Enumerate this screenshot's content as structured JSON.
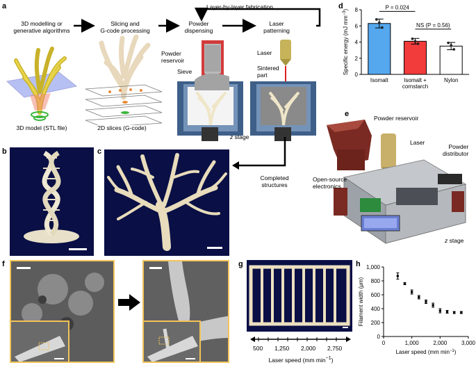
{
  "panels": {
    "a": "a",
    "b": "b",
    "c": "c",
    "d": "d",
    "e": "e",
    "f": "f",
    "g": "g",
    "h": "h"
  },
  "workflow": {
    "step1": "3D modelling or",
    "step1b": "generative algorithms",
    "step2": "Slicing and",
    "step2b": "G-code processing",
    "step3": "Powder",
    "step3b": "dispensing",
    "step4": "Laser",
    "step4b": "patterning",
    "loop": "Layer-by-layer fabrication",
    "model_caption": "3D model (STL file)",
    "slices_caption": "2D slices (G-code)",
    "powder_reservoir": "Powder",
    "powder_reservoir_b": "reservoir",
    "sieve": "Sieve",
    "laser": "Laser",
    "sintered_part": "Sintered",
    "sintered_part_b": "part",
    "z_stage_z": "z",
    "z_stage": " stage",
    "completed": "Completed",
    "completed_b": "structures"
  },
  "machine": {
    "powder_reservoir": "Powder reservoir",
    "laser": "Laser",
    "powder_distributor": "Powder",
    "powder_distributor_b": "distributor",
    "electronics": "Open-source",
    "electronics_b": "electronics",
    "z_stage_z": "z",
    "z_stage": " stage"
  },
  "laser_speed_axis": {
    "label": "Laser speed (mm min",
    "sup": "−1",
    "close": ")",
    "ticks": [
      "500",
      "1,250",
      "2,000",
      "2,750"
    ]
  },
  "colors": {
    "isomalt": "#55a8ee",
    "cornstarch": "#f23b3b",
    "nylon": "#ffffff",
    "sem_frame": "#f2c45a",
    "dark_bg": "#0a0f45"
  },
  "chart_data": [
    {
      "id": "d",
      "type": "bar",
      "categories": [
        "Isomalt",
        "Isomalt + cornstarch",
        "Nylon"
      ],
      "category_lines": [
        [
          "Isomalt"
        ],
        [
          "Isomalt +",
          "cornstarch"
        ],
        [
          "Nylon"
        ]
      ],
      "values": [
        6.3,
        4.1,
        3.5
      ],
      "errors": [
        0.55,
        0.35,
        0.45
      ],
      "points": [
        [
          6.8,
          6.4,
          5.8
        ],
        [
          4.4,
          4.1,
          3.8
        ],
        [
          3.9,
          3.6,
          3.1
        ]
      ],
      "ylabel": "Specific energy (mJ mm",
      "ylabel_sup": "−3",
      "ylabel_close": ")",
      "ylim": [
        0,
        8
      ],
      "yticks": [
        0,
        2,
        4,
        6,
        8
      ],
      "annotations": [
        {
          "from": 0,
          "to": 1,
          "text": "P = 0.024"
        },
        {
          "from": 1,
          "to": 2,
          "text": "NS (P = 0.56)"
        }
      ]
    },
    {
      "id": "h",
      "type": "scatter",
      "x": [
        500,
        750,
        1000,
        1250,
        1500,
        1750,
        2000,
        2250,
        2500,
        2750
      ],
      "y": [
        870,
        760,
        640,
        565,
        500,
        450,
        370,
        355,
        345,
        345
      ],
      "err": [
        45,
        15,
        30,
        25,
        25,
        30,
        30,
        20,
        15,
        15
      ],
      "xlabel": "Laser speed (mm min",
      "xlabel_sup": "−1",
      "xlabel_close": ")",
      "ylabel": "Filament width (μm)",
      "xlim": [
        0,
        3000
      ],
      "ylim": [
        0,
        1000
      ],
      "xticks": [
        "0",
        "1,000",
        "2,000",
        "3,000"
      ],
      "yticks": [
        "0",
        "200",
        "400",
        "600",
        "800",
        "1,000"
      ]
    }
  ]
}
